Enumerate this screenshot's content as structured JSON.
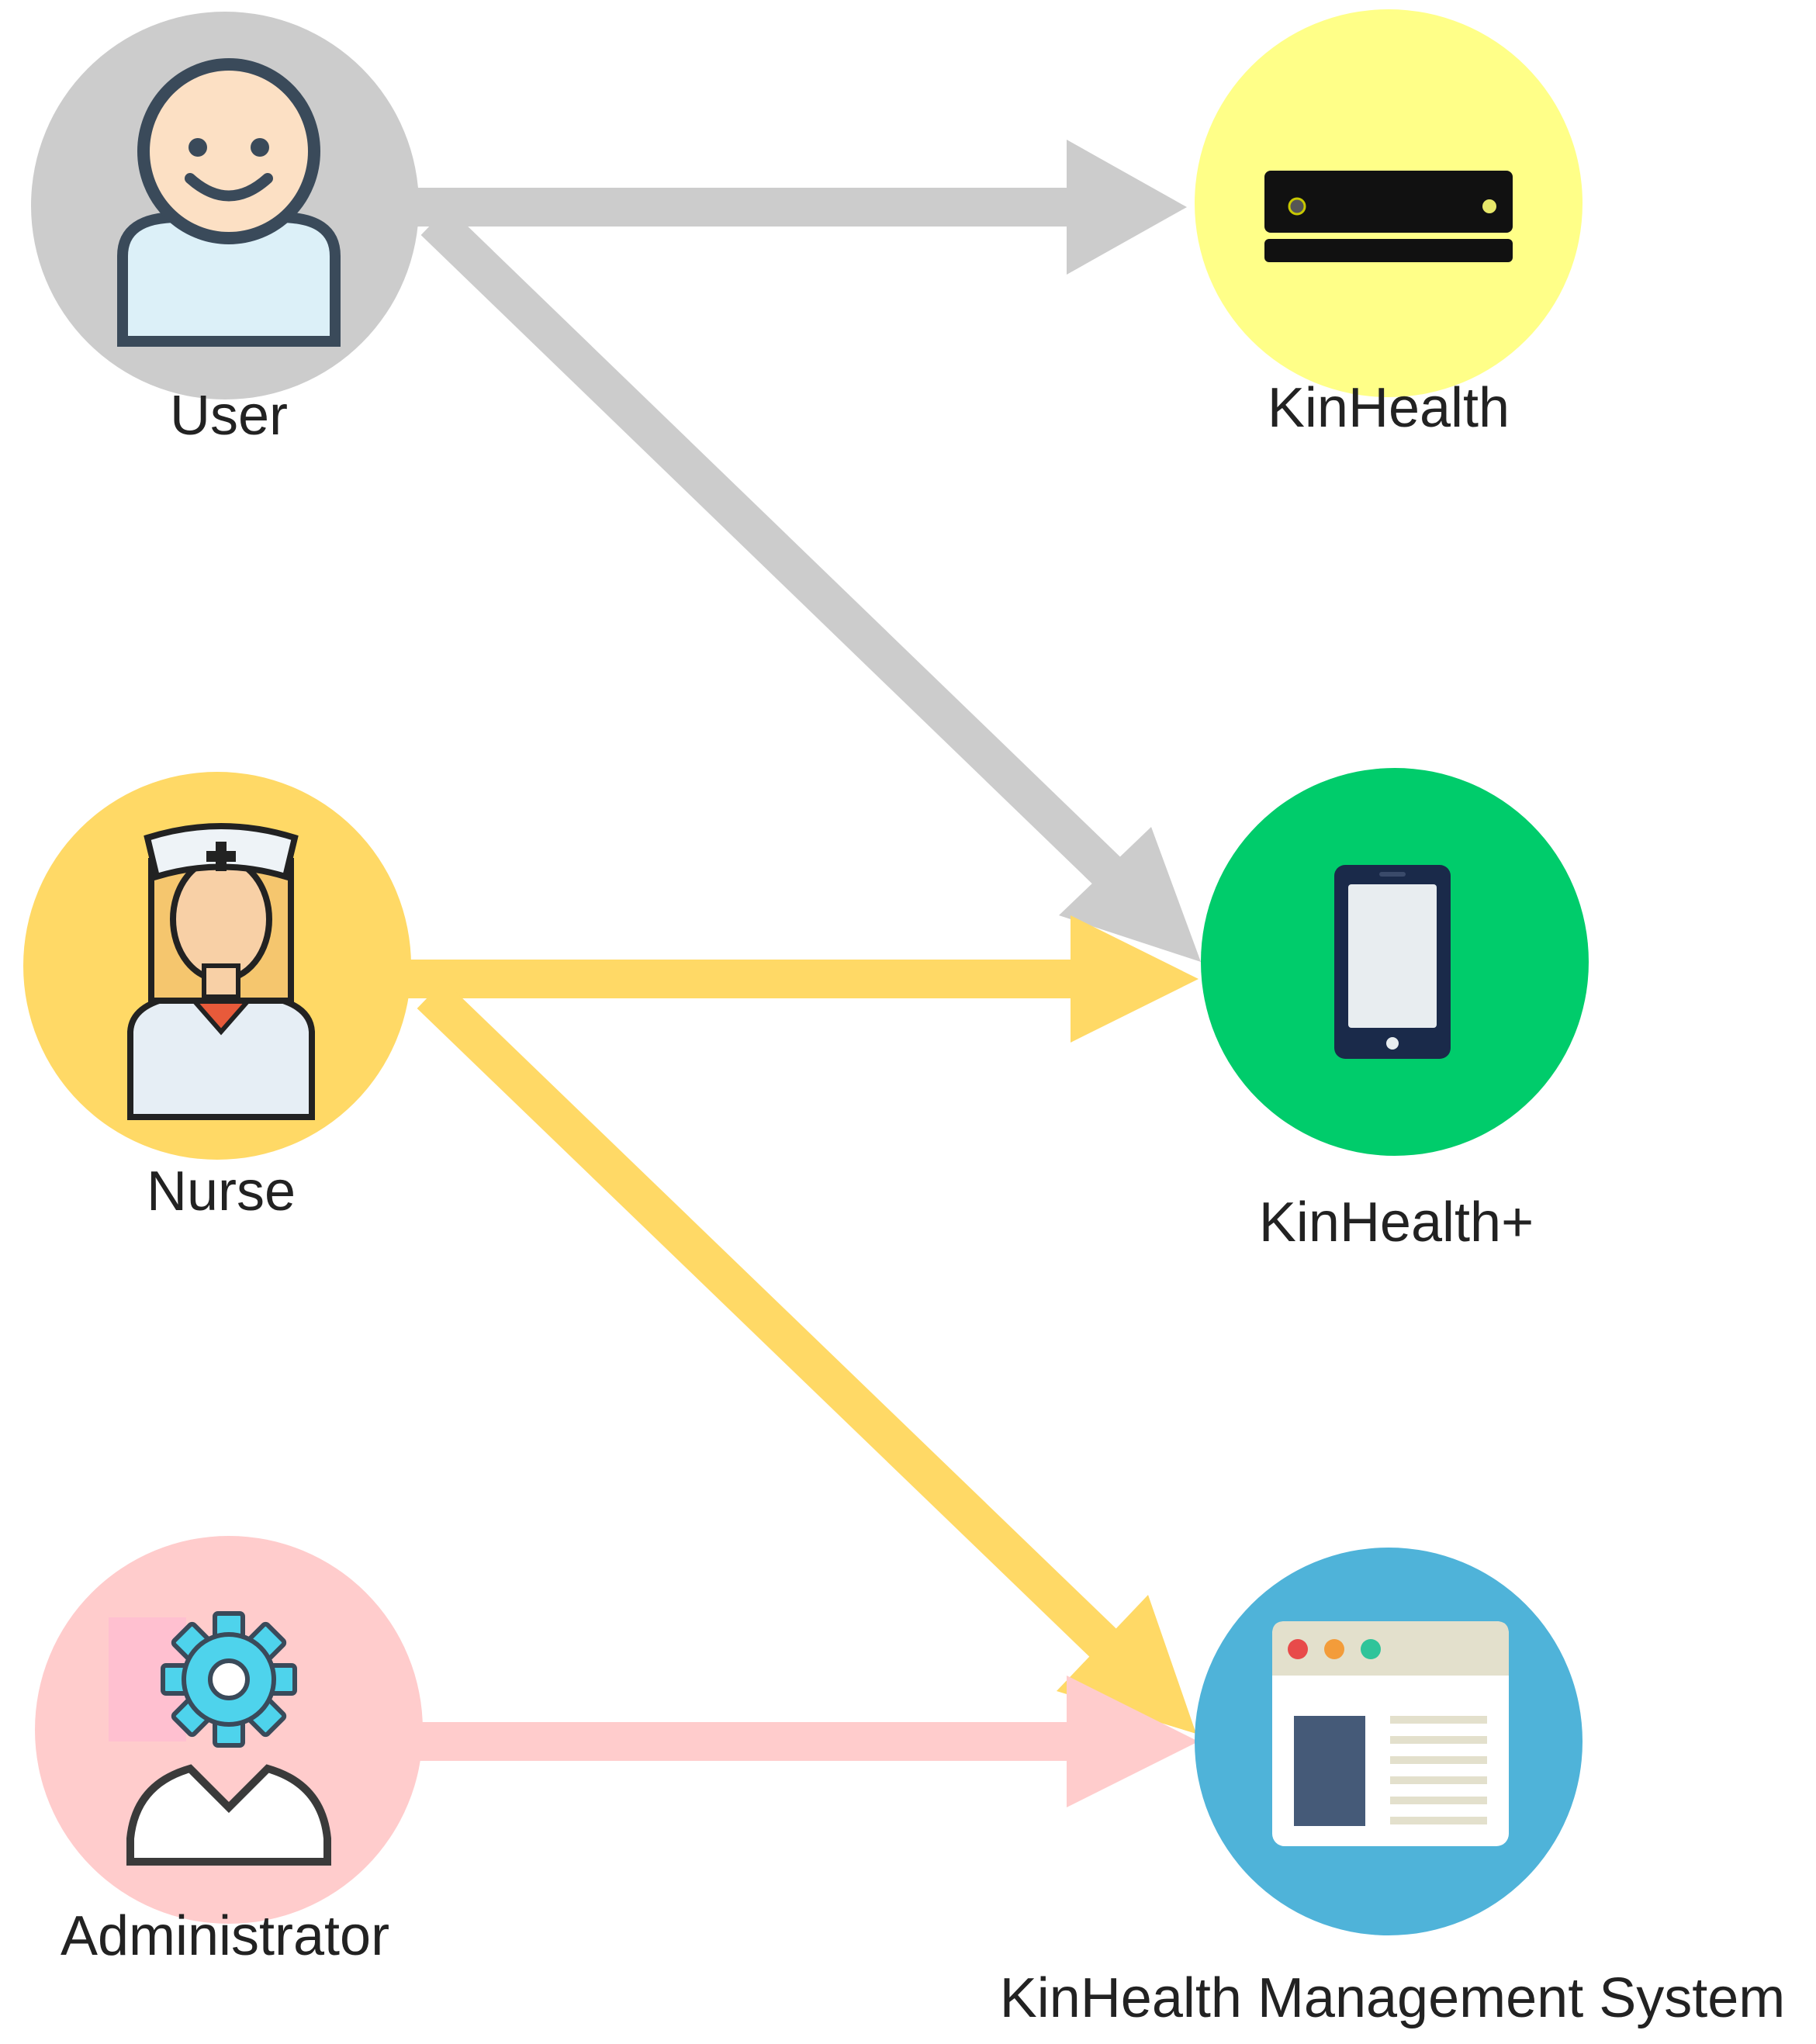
{
  "diagram": {
    "actors": [
      {
        "id": "user",
        "label": "User",
        "color": "#cccccc",
        "icon": "user-face-icon"
      },
      {
        "id": "nurse",
        "label": "Nurse",
        "color": "#ffd966",
        "icon": "nurse-icon"
      },
      {
        "id": "administrator",
        "label": "Administrator",
        "color": "#ffcccc",
        "icon": "admin-gear-icon"
      }
    ],
    "systems": [
      {
        "id": "kinhealth",
        "label": "KinHealth",
        "color": "#ffff88",
        "icon": "kinect-sensor-icon"
      },
      {
        "id": "kinhealth_plus",
        "label": "KinHealth+",
        "color": "#00cc6b",
        "icon": "tablet-icon"
      },
      {
        "id": "management_system",
        "label": "KinHealth Management System",
        "color": "#4fb3d9",
        "icon": "browser-window-icon"
      }
    ],
    "connections": [
      {
        "from": "user",
        "to": "kinhealth",
        "color": "#cccccc"
      },
      {
        "from": "user",
        "to": "kinhealth_plus",
        "color": "#cccccc"
      },
      {
        "from": "nurse",
        "to": "kinhealth_plus",
        "color": "#ffd966"
      },
      {
        "from": "nurse",
        "to": "management_system",
        "color": "#ffd966"
      },
      {
        "from": "administrator",
        "to": "management_system",
        "color": "#ffcccc"
      }
    ]
  }
}
